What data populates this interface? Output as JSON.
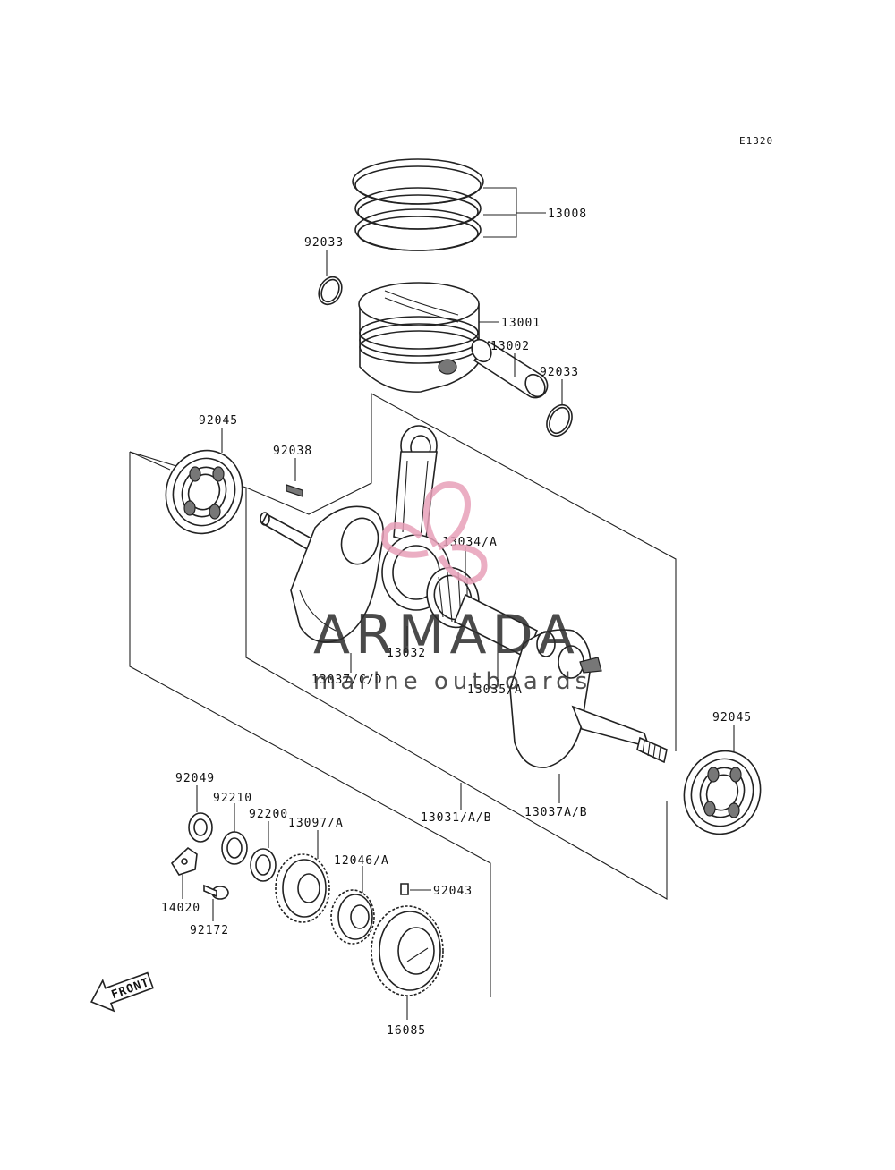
{
  "diagram": {
    "ref_code": "E1320",
    "watermark": {
      "title": "ARMADA",
      "subtitle": "marine outboards",
      "accent_color": "#e8a0b8"
    },
    "front_label": "FRONT",
    "parts": [
      {
        "id": "13008",
        "label": "13008"
      },
      {
        "id": "92033a",
        "label": "92033"
      },
      {
        "id": "13001",
        "label": "13001"
      },
      {
        "id": "13002",
        "label": "13002"
      },
      {
        "id": "92033b",
        "label": "92033"
      },
      {
        "id": "92045a",
        "label": "92045"
      },
      {
        "id": "92038",
        "label": "92038"
      },
      {
        "id": "13034",
        "label": "13034/A"
      },
      {
        "id": "13032",
        "label": "13032"
      },
      {
        "id": "13037cd",
        "label": "13037/C/D"
      },
      {
        "id": "13035",
        "label": "13035/A"
      },
      {
        "id": "92045b",
        "label": "92045"
      },
      {
        "id": "13031",
        "label": "13031/A/B"
      },
      {
        "id": "13037ab",
        "label": "13037A/B"
      },
      {
        "id": "92049",
        "label": "92049"
      },
      {
        "id": "92210",
        "label": "92210"
      },
      {
        "id": "92200",
        "label": "92200"
      },
      {
        "id": "13097",
        "label": "13097/A"
      },
      {
        "id": "12046",
        "label": "12046/A"
      },
      {
        "id": "92043",
        "label": "92043"
      },
      {
        "id": "14020",
        "label": "14020"
      },
      {
        "id": "92172",
        "label": "92172"
      },
      {
        "id": "16085",
        "label": "16085"
      }
    ]
  }
}
